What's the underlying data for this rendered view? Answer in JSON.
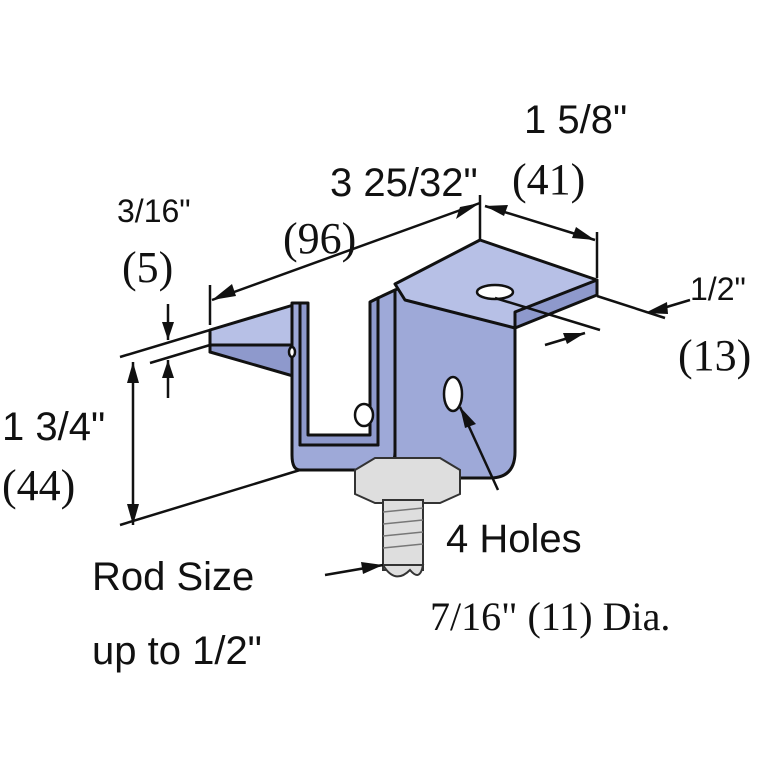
{
  "colors": {
    "bracket": "#9ea9d8",
    "bracket_top": "#b7c0e6",
    "bolt": "#dedede",
    "line": "#111111"
  },
  "dimensions": {
    "overall_length": {
      "fraction": "3 25/32\"",
      "mm": "(96)"
    },
    "flange_width": {
      "fraction": "1 5/8\"",
      "mm": "(41)"
    },
    "thickness": {
      "fraction": "3/16\"",
      "mm": "(5)"
    },
    "edge_to_hole": {
      "fraction": "1/2\"",
      "mm": "(13)"
    },
    "height": {
      "fraction": "1 3/4\"",
      "mm": "(44)"
    }
  },
  "callouts": {
    "holes_count": "4 Holes",
    "holes_size": "7/16\" (11) Dia.",
    "rod_line1": "Rod Size",
    "rod_line2": "up to 1/2\""
  }
}
